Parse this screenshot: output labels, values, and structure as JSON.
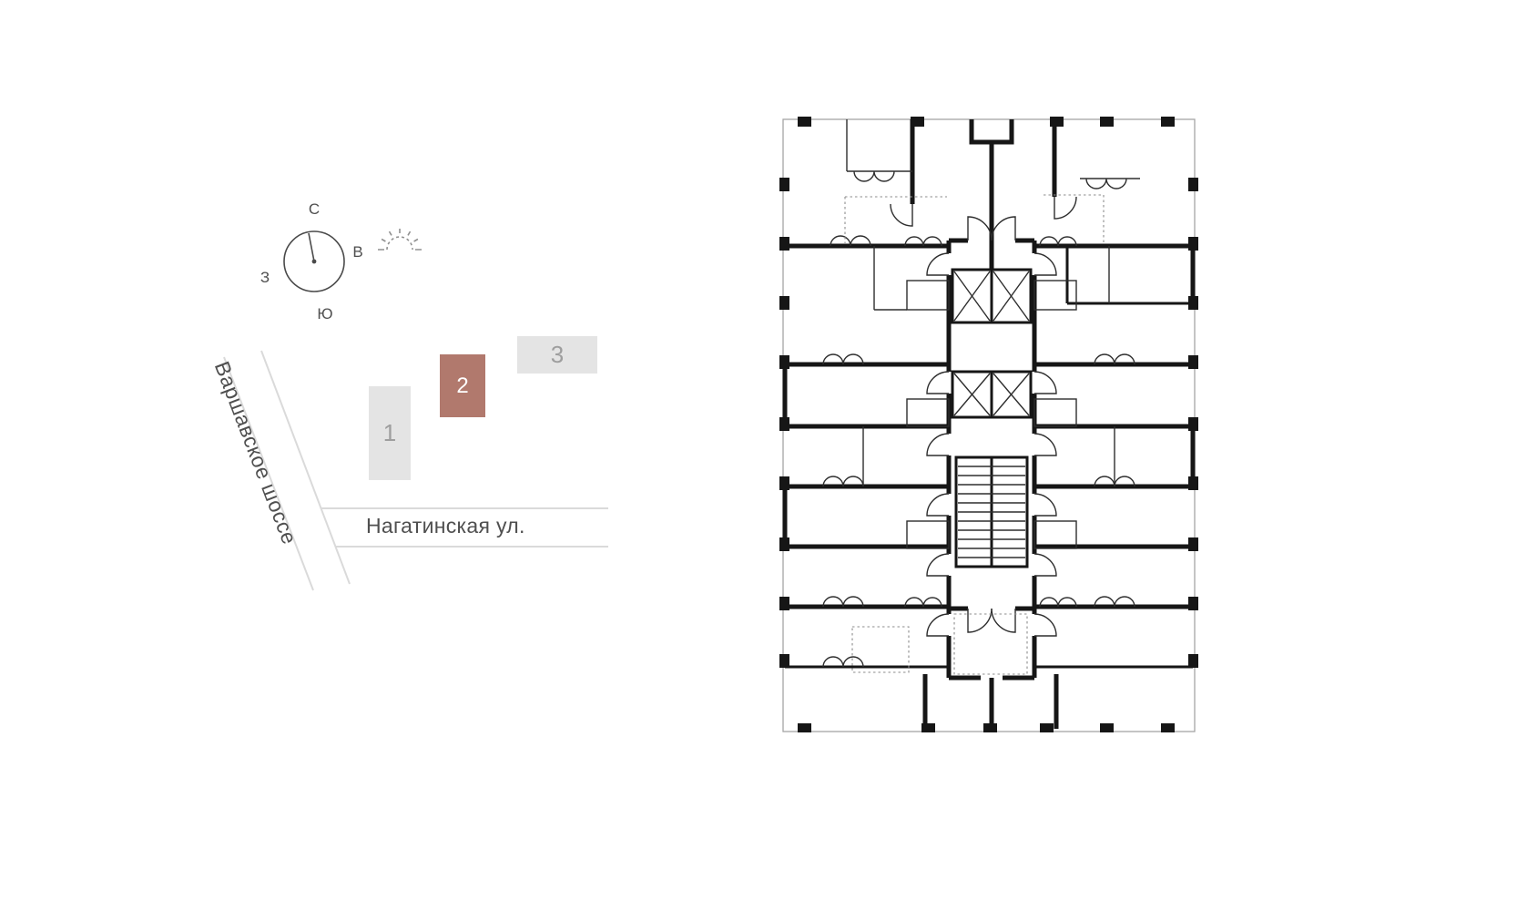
{
  "minimap": {
    "compass": {
      "north": "С",
      "east": "В",
      "south": "Ю",
      "west": "З"
    },
    "streets": {
      "diagonal": "Варшавское шоссе",
      "horizontal": "Нагатинская ул."
    },
    "buildings": [
      {
        "label": "1",
        "selected": false
      },
      {
        "label": "2",
        "selected": true
      },
      {
        "label": "3",
        "selected": false
      }
    ],
    "icons": {
      "compass": "compass-icon",
      "sun": "sun-icon"
    }
  },
  "colors": {
    "background": "#ffffff",
    "building_default": "#e4e4e4",
    "building_selected": "#b1796d",
    "building_number": "#9e9e9e",
    "building_number_selected": "#ffffff",
    "road_line": "#dadada",
    "text": "#4f4f4f",
    "plan_walls": "#161616",
    "plan_outline": "#a5a5a5"
  }
}
